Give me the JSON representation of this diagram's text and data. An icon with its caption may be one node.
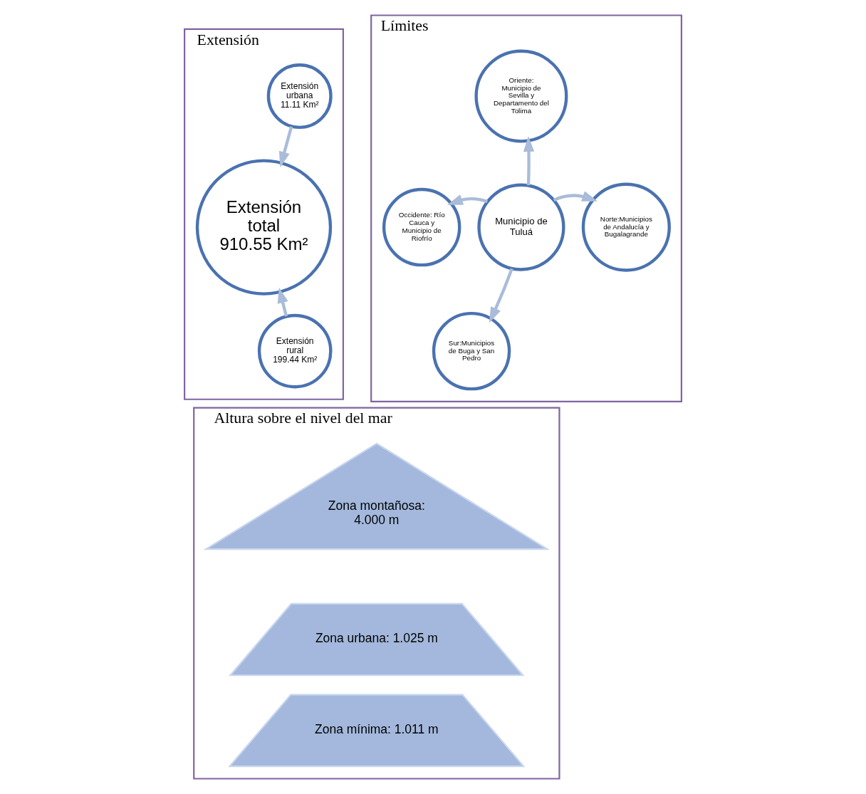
{
  "diagram": {
    "nodes": [
      {
        "text": [
          "Límites"
        ]
      },
      {
        "text": [
          "Municipio de Tuluá"
        ],
        "in": 0
      },
      {
        "text": [
          "Oriente: Municipio de Sevilla y Departamento del Tolima"
        ],
        "in": 0
      },
      {
        "text": [
          "Occidente: Río Cauca y Municipio de Riofrío"
        ],
        "in": 0
      },
      {
        "text": [
          "Norte:Municipios de Andalucía y Bugalagrande"
        ],
        "in": 0
      },
      {
        "text": [
          "Sur:Municipios de Buga y San Pedro"
        ],
        "in": 0
      },
      {
        "text": [
          "Extensión"
        ]
      },
      {
        "text": [
          "Extensión urbana 11.11 Km²"
        ],
        "in": 6
      },
      {
        "text": [
          "Extensión rural 199.44 Km²"
        ],
        "in": 6
      },
      {
        "text": [
          "Extensión total 910.55 Km²"
        ],
        "in": 6
      },
      {
        "text": [
          "Altura sobre el nivel del mar"
        ]
      },
      {
        "text": [
          "Zona montañosa: 4.000 m"
        ],
        "in": 10
      },
      {
        "text": [
          "Zona urbana: 1.025 m"
        ],
        "in": 10
      },
      {
        "text": [
          "Zona mínima: 1.011 m"
        ],
        "in": 10
      }
    ],
    "edges": [
      {
        "from": 1,
        "to": 2,
        "arrow": "to"
      },
      {
        "from": 1,
        "to": 3,
        "arrow": "to"
      },
      {
        "from": 1,
        "to": 4,
        "arrow": "to"
      },
      {
        "from": 1,
        "to": 5,
        "arrow": "to"
      },
      {
        "from": 7,
        "to": 9,
        "arrow": "to"
      },
      {
        "from": 8,
        "to": 9,
        "arrow": "to"
      }
    ]
  }
}
